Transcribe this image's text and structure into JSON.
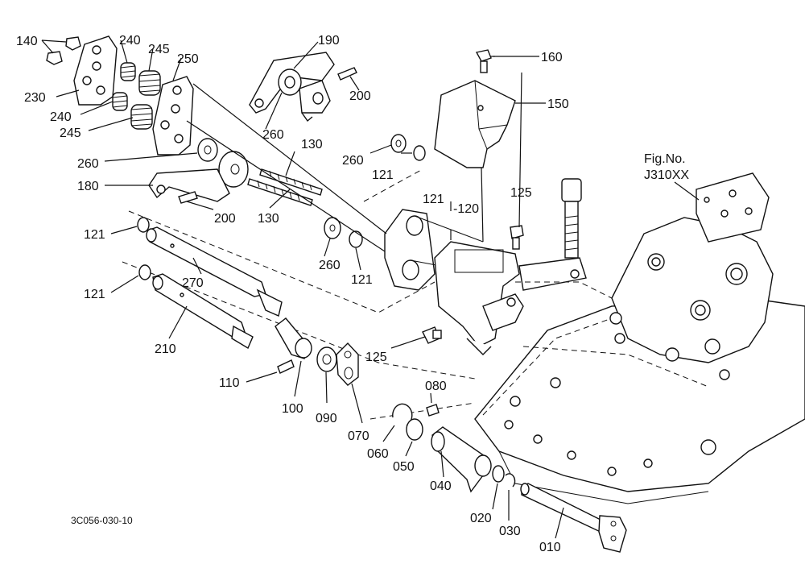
{
  "labels": {
    "p140": "140",
    "p240a": "240",
    "p245a": "245",
    "p250": "250",
    "p230": "230",
    "p240b": "240",
    "p245b": "245",
    "p190": "190",
    "p200a": "200",
    "p260a": "260",
    "p160": "160",
    "p150": "150",
    "p260b": "260",
    "p260c": "260",
    "p121a": "121",
    "p130a": "130",
    "p180": "180",
    "p200b": "200",
    "p130b": "130",
    "p121b": "121",
    "p120": "-120",
    "p125a": "125",
    "p121c": "121",
    "p260d": "260",
    "p121d": "121",
    "p270": "270",
    "p121e": "121",
    "p210": "210",
    "p125b": "125",
    "p110": "110",
    "p100": "100",
    "p090": "090",
    "p070": "070",
    "p080": "080",
    "p060": "060",
    "p050": "050",
    "p040": "040",
    "p020": "020",
    "p030": "030",
    "p010": "010"
  },
  "fig_no_label": "Fig.No.",
  "fig_no_value": "J310XX",
  "drawing_code": "3C056-030-10"
}
